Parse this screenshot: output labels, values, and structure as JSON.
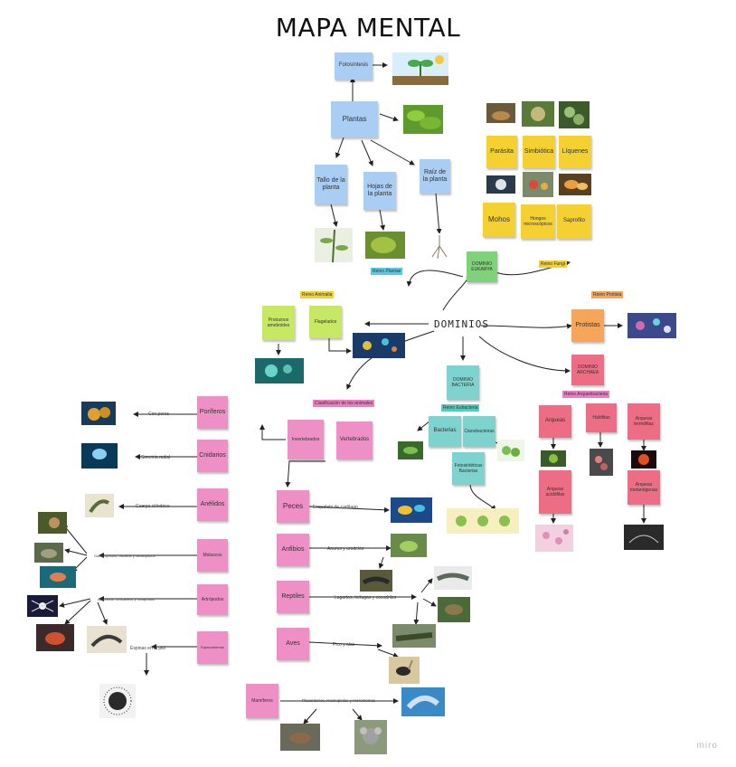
{
  "title": "MAPA MENTAL",
  "brand": "miro",
  "center": "DOMINIOS",
  "colors": {
    "blue_note": "#a9cdf3",
    "yellow_note": "#f4d130",
    "lime_note": "#c7e863",
    "pink_note": "#ee8fc6",
    "teal_note": "#7fd3cf",
    "orange_note": "#f6a55a",
    "red_note": "#ed6d84",
    "tag_cyan": "#59c9e8",
    "tag_yellow": "#f4d130",
    "tag_pink": "#f27ac4",
    "tag_teal": "#58c8c0",
    "tag_orange": "#f6a55a"
  },
  "notes": {
    "fotosintesis": "Fotosíntesis",
    "plantas": "Plantas",
    "tallo": "Tallo de la planta",
    "hojas": "Hojas de la planta",
    "raiz": "Raíz de la planta",
    "parasita": "Parásita",
    "simbiotica": "Simbiótica",
    "liquenes": "Líquenes",
    "mohos": "Mohos",
    "hongos_microscopicos": "Hongos microscópicos",
    "saprofitos": "Saprofito",
    "dominio_eukarya": "DOMINIO EUKARYA",
    "ameboides": "Protozoos ameboides",
    "flagelados": "Flagelados",
    "protistas": "Protistas",
    "dominio_archaea": "DOMINIO ARCHAEA",
    "dominio_bacteria": "DOMINIO BACTERIA",
    "bacterias": "Bacterias",
    "cianobacterias": "Cianobacterias",
    "fotosinteticas": "Fotosintéticas Bacterias",
    "arqueas": "Arqueas",
    "halofilas": "Halófilas",
    "termofilas": "Arqueas termófilas",
    "acidofilas": "Arqueas acidófilas",
    "metanogenas": "Arqueas metanógenas",
    "invertebrados": "Invertebrados",
    "vertebrados": "Vertebrados",
    "poriferos": "Poríferos",
    "cnidarios": "Cnidarios",
    "anelidos": "Anélidos",
    "moluscos": "Moluscos",
    "artropodos": "Artrópodos",
    "equinodermos": "Equinodermos",
    "peces": "Peces",
    "anfibios": "Anfibios",
    "reptiles": "Reptiles",
    "aves": "Aves",
    "mamiferos": "Mamíferos"
  },
  "tags": {
    "reino_plantae": "Reino Plantae",
    "reino_fungi": "Reino Fungi",
    "reino_animalia": "Reino Animalia",
    "reino_protista": "Reino Protista",
    "clasificacion_animales": "Clasificación de los animales",
    "reino_eubacteria": "Reino Eubacteria",
    "reino_arqueobacteria": "Reino Arqueobacteria"
  },
  "labels": {
    "con_poros": "Con poros",
    "simetria_radial": "Simetría radial",
    "cuerpo_cilindrico": "Cuerpo cilíndrico",
    "moluscos_ej": "Gasterópodos, bivalvos y cefalópodos",
    "artropodos_ej": "Arácnidos, crustáceos y miriápodos",
    "espinas_piel": "Espinas en la piel",
    "peces_ej": "Esqueleto de cartílago",
    "anfibios_ej": "Anuros y urodelos",
    "reptiles_ej": "Lagartos, tortugas y cocodrilos",
    "aves_ej": "Pico y alas",
    "mamiferos_ej": "Placentarios, marsupiales y monotremas"
  }
}
